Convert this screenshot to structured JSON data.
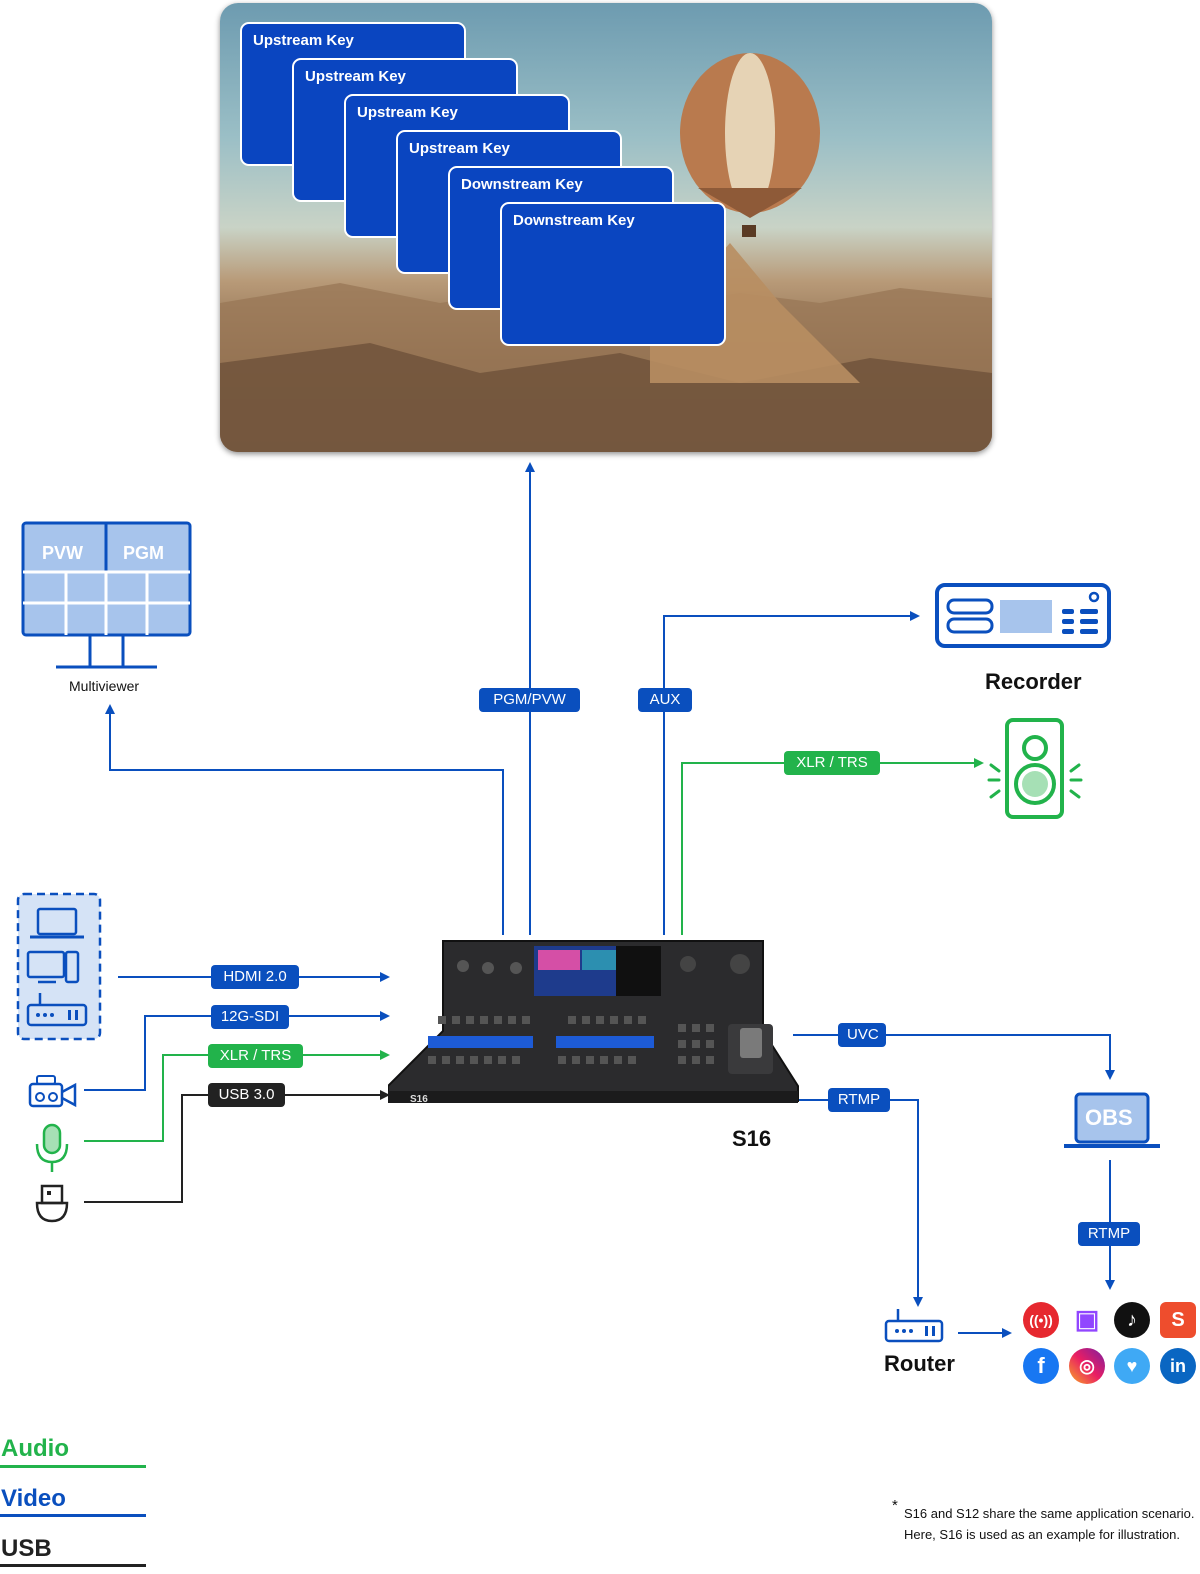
{
  "screen": {
    "keys": [
      "Upstream Key",
      "Upstream Key",
      "Upstream Key",
      "Upstream Key",
      "Downstream Key",
      "Downstream Key"
    ]
  },
  "multiviewer": {
    "pvw": "PVW",
    "pgm": "PGM",
    "label": "Multiviewer"
  },
  "connections": {
    "pgm_pvw": "PGM/PVW",
    "aux": "AUX",
    "xlr_trs_out": "XLR / TRS",
    "hdmi": "HDMI 2.0",
    "sdi": "12G-SDI",
    "xlr_trs_in": "XLR / TRS",
    "usb": "USB 3.0",
    "uvc": "UVC",
    "rtmp_device": "RTMP",
    "rtmp_obs": "RTMP"
  },
  "devices": {
    "recorder": "Recorder",
    "switcher": "S16",
    "obs": "OBS",
    "router": "Router",
    "switcher_panel_text": "S16"
  },
  "legend": {
    "audio": "Audio",
    "video": "Video",
    "usb": "USB"
  },
  "note": {
    "star": "*",
    "line1": "S16 and S12 share the same application scenario.",
    "line2": "Here, S16 is used as an example for illustration."
  },
  "colors": {
    "video": "#0a4fbe",
    "audio": "#22b34b",
    "usb": "#222222",
    "key": "#0a45c0"
  },
  "platforms": [
    "live-broadcast-icon",
    "twitch-icon",
    "tiktok-icon",
    "shopee-icon",
    "facebook-icon",
    "instagram-icon",
    "periscope-icon",
    "linkedin-icon"
  ]
}
